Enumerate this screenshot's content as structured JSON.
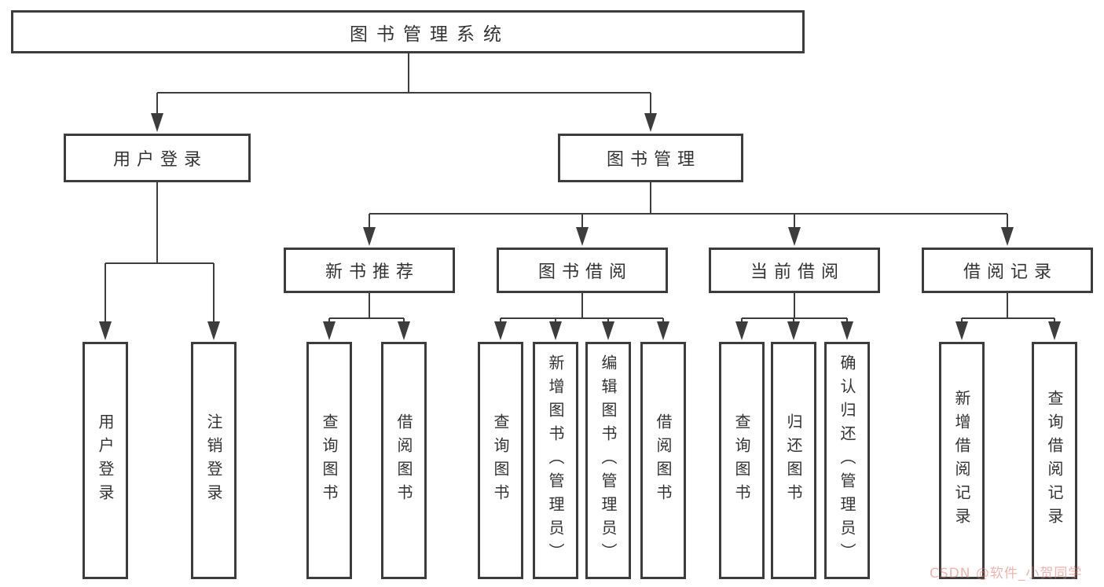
{
  "tree": {
    "label": "图书管理系统",
    "children": [
      {
        "label": "用户登录",
        "children": [
          {
            "label": "用户登录"
          },
          {
            "label": "注销登录"
          }
        ]
      },
      {
        "label": "图书管理",
        "children": [
          {
            "label": "新书推荐",
            "children": [
              {
                "label": "查询图书"
              },
              {
                "label": "借阅图书"
              }
            ]
          },
          {
            "label": "图书借阅",
            "children": [
              {
                "label": "查询图书"
              },
              {
                "label": "新增图书（管理员）"
              },
              {
                "label": "编辑图书（管理员）"
              },
              {
                "label": "借阅图书"
              }
            ]
          },
          {
            "label": "当前借阅",
            "children": [
              {
                "label": "查询图书"
              },
              {
                "label": "归还图书"
              },
              {
                "label": "确认归还（管理员）"
              }
            ]
          },
          {
            "label": "借阅记录",
            "children": [
              {
                "label": "新增借阅记录"
              },
              {
                "label": "查询借阅记录"
              }
            ]
          }
        ]
      }
    ]
  },
  "watermark": {
    "text": "CSDN @软件_小贺同学"
  },
  "colors": {
    "line": "#3d3d3d",
    "text": "#333333",
    "background": "#ffffff",
    "watermark": "#e27468"
  }
}
